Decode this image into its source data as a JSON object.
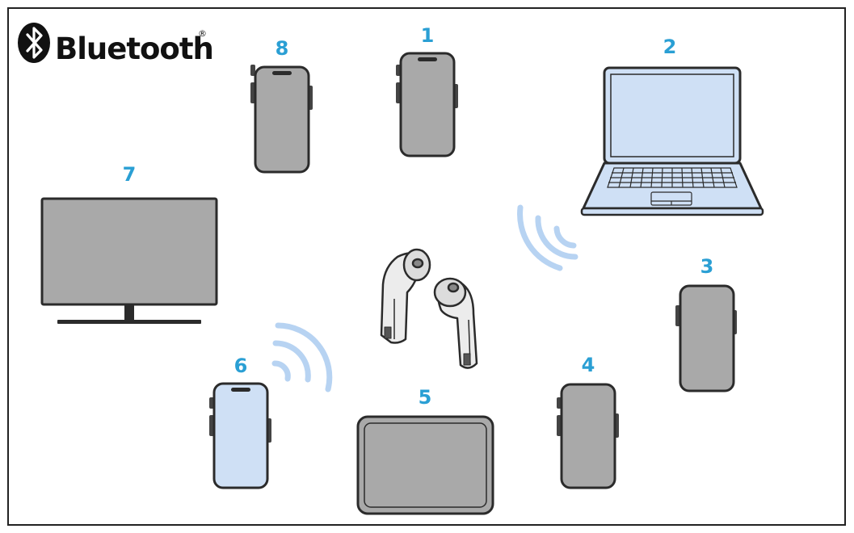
{
  "brand": {
    "name": "Bluetooth",
    "registered_mark": "®",
    "icon": "bluetooth-icon"
  },
  "colors": {
    "number": "#2a9fd4",
    "wave": "#b7d3f2",
    "device_gray": "#a9a9a9",
    "device_blue": "#cfe0f5",
    "outline": "#2b2b2b",
    "frame": "#222222"
  },
  "devices": [
    {
      "label": "1",
      "kind": "phone",
      "state": "inactive"
    },
    {
      "label": "2",
      "kind": "laptop",
      "state": "connected"
    },
    {
      "label": "3",
      "kind": "phone",
      "state": "inactive"
    },
    {
      "label": "4",
      "kind": "phone",
      "state": "inactive"
    },
    {
      "label": "5",
      "kind": "tablet",
      "state": "inactive"
    },
    {
      "label": "6",
      "kind": "phone",
      "state": "connected"
    },
    {
      "label": "7",
      "kind": "tv",
      "state": "inactive"
    },
    {
      "label": "8",
      "kind": "phone",
      "state": "inactive"
    }
  ],
  "center_device": {
    "kind": "earbuds",
    "icon": "earbuds-icon"
  }
}
